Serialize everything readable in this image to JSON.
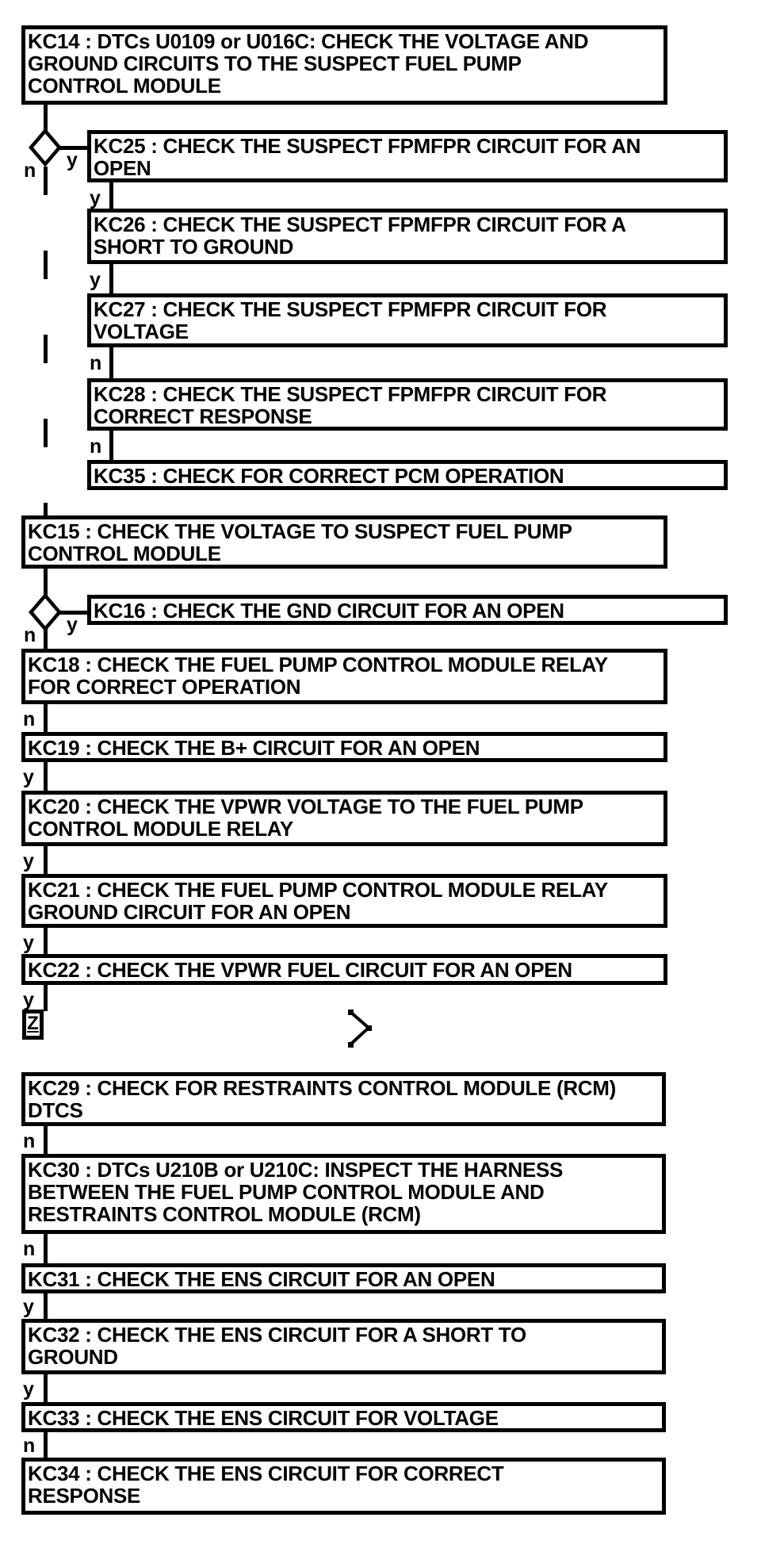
{
  "page": {
    "background_color": "#ffffff",
    "ink_color": "#000000",
    "type": "diagnostic pinpoint test flowchart"
  },
  "nodes": {
    "kc14": {
      "lines": [
        "KC14 : DTCs U0109 or U016C: CHECK THE VOLTAGE AND",
        "GROUND CIRCUITS TO THE SUSPECT FUEL PUMP",
        "CONTROL MODULE"
      ]
    },
    "kc25": {
      "lines": [
        "KC25 : CHECK THE SUSPECT FPMFPR CIRCUIT FOR AN",
        "OPEN"
      ]
    },
    "kc26": {
      "lines": [
        "KC26 : CHECK THE SUSPECT FPMFPR CIRCUIT FOR A",
        "SHORT TO GROUND"
      ]
    },
    "kc27": {
      "lines": [
        "KC27 : CHECK THE SUSPECT FPMFPR CIRCUIT FOR",
        "VOLTAGE"
      ]
    },
    "kc28": {
      "lines": [
        "KC28 : CHECK THE SUSPECT FPMFPR CIRCUIT FOR",
        "CORRECT RESPONSE"
      ]
    },
    "kc35": {
      "lines": [
        "KC35 : CHECK FOR CORRECT PCM OPERATION"
      ]
    },
    "kc15": {
      "lines": [
        "KC15 : CHECK THE VOLTAGE TO SUSPECT FUEL PUMP",
        "CONTROL MODULE"
      ]
    },
    "kc16": {
      "lines": [
        "KC16 : CHECK THE GND CIRCUIT FOR AN OPEN"
      ]
    },
    "kc18": {
      "lines": [
        "KC18 : CHECK THE FUEL PUMP CONTROL MODULE RELAY",
        "FOR CORRECT OPERATION"
      ]
    },
    "kc19": {
      "lines": [
        "KC19 : CHECK THE B+ CIRCUIT FOR AN OPEN"
      ]
    },
    "kc20": {
      "lines": [
        "KC20 : CHECK THE VPWR VOLTAGE TO THE FUEL PUMP",
        "CONTROL MODULE RELAY"
      ]
    },
    "kc21": {
      "lines": [
        "KC21 : CHECK THE FUEL PUMP CONTROL MODULE RELAY",
        "GROUND CIRCUIT FOR AN OPEN"
      ]
    },
    "kc22": {
      "lines": [
        "KC22 : CHECK THE VPWR FUEL CIRCUIT FOR AN OPEN"
      ]
    },
    "kc29": {
      "lines": [
        "KC29 : CHECK FOR RESTRAINTS CONTROL MODULE (RCM)",
        "DTCS"
      ]
    },
    "kc30": {
      "lines": [
        "KC30 : DTCs U210B or U210C: INSPECT THE HARNESS",
        "BETWEEN THE FUEL PUMP CONTROL MODULE AND",
        "RESTRAINTS CONTROL MODULE (RCM)"
      ]
    },
    "kc31": {
      "lines": [
        "KC31 : CHECK THE ENS CIRCUIT FOR AN OPEN"
      ]
    },
    "kc32": {
      "lines": [
        "KC32 : CHECK THE ENS CIRCUIT FOR A SHORT TO",
        "GROUND"
      ]
    },
    "kc33": {
      "lines": [
        "KC33 : CHECK THE ENS CIRCUIT FOR VOLTAGE"
      ]
    },
    "kc34": {
      "lines": [
        "KC34 : CHECK THE ENS CIRCUIT FOR CORRECT",
        "RESPONSE"
      ]
    }
  },
  "branches": {
    "d1_yes": "y",
    "d1_no": "n",
    "after_kc25": "y",
    "after_kc26": "y",
    "after_kc27": "n",
    "after_kc28": "n",
    "d2_yes": "y",
    "d2_no": "n",
    "after_kc18": "n",
    "after_kc19": "y",
    "after_kc20": "y",
    "after_kc21": "y",
    "after_kc22": "y",
    "after_kc29": "n",
    "after_kc30": "n",
    "after_kc31": "y",
    "after_kc32": "y",
    "after_kc33": "n"
  },
  "offpage_connector": {
    "label": "Z"
  },
  "icons": {
    "next_page": "chevron-right"
  }
}
